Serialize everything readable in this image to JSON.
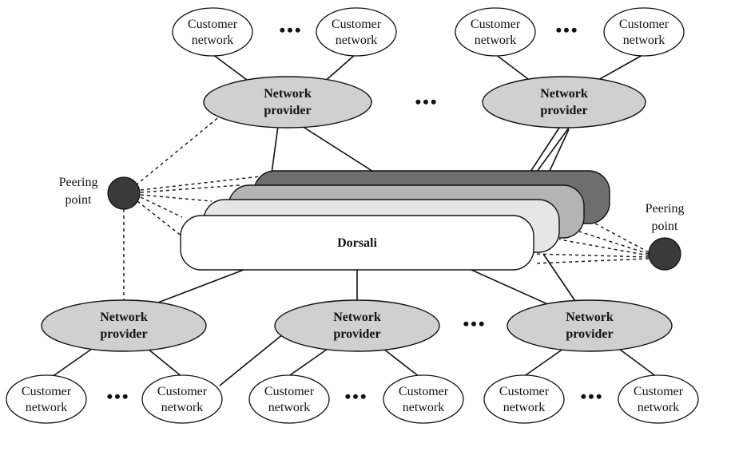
{
  "labels": {
    "customer_line1": "Customer",
    "customer_line2": "network",
    "provider_line1": "Network",
    "provider_line2": "provider",
    "backbone": "Dorsali",
    "peering_line1": "Peering",
    "peering_line2": "point",
    "ellipsis": "•••"
  },
  "colors": {
    "provider_fill": "#d0d0d0",
    "customer_fill": "#ffffff",
    "peering_fill": "#3a3a3a",
    "backbone_layer_1": "#ffffff",
    "backbone_layer_2": "#e6e6e6",
    "backbone_layer_3": "#b4b4b4",
    "backbone_layer_4": "#6e6e6e",
    "stroke": "#111111"
  }
}
